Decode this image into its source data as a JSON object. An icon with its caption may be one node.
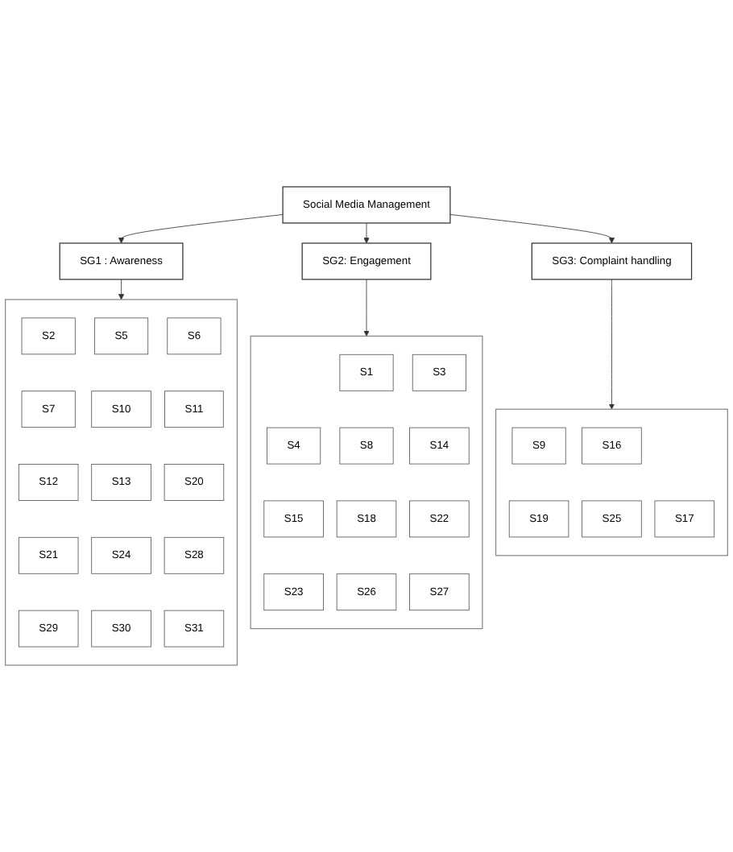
{
  "diagram": {
    "nodes": [
      {
        "text": [
          "Social Media Management"
        ]
      },
      {
        "text": [
          "SG1 : Awareness"
        ]
      },
      {
        "text": [
          "SG2: Engagement"
        ]
      },
      {
        "text": [
          "SG3: Complaint handling"
        ]
      },
      {
        "text": [],
        "shape": "box"
      },
      {
        "text": [
          "S2"
        ],
        "in": 4
      },
      {
        "text": [
          "S5"
        ],
        "in": 4
      },
      {
        "text": [
          "S6"
        ],
        "in": 4
      },
      {
        "text": [
          "S7"
        ],
        "in": 4
      },
      {
        "text": [
          "S10"
        ],
        "in": 4
      },
      {
        "text": [
          "S11"
        ],
        "in": 4
      },
      {
        "text": [
          "S12"
        ],
        "in": 4
      },
      {
        "text": [
          "S13"
        ],
        "in": 4
      },
      {
        "text": [
          "S20"
        ],
        "in": 4
      },
      {
        "text": [
          "S21"
        ],
        "in": 4
      },
      {
        "text": [
          "S24"
        ],
        "in": 4
      },
      {
        "text": [
          "S28"
        ],
        "in": 4
      },
      {
        "text": [
          "S29"
        ],
        "in": 4
      },
      {
        "text": [
          "S30"
        ],
        "in": 4
      },
      {
        "text": [
          "S31"
        ],
        "in": 4
      },
      {
        "text": [],
        "shape": "box"
      },
      {
        "text": [
          "S1"
        ],
        "in": 20
      },
      {
        "text": [
          "S3"
        ],
        "in": 20
      },
      {
        "text": [
          "S4"
        ],
        "in": 20
      },
      {
        "text": [
          "S8"
        ],
        "in": 20
      },
      {
        "text": [
          "S14"
        ],
        "in": 20
      },
      {
        "text": [
          "S15"
        ],
        "in": 20
      },
      {
        "text": [
          "S18"
        ],
        "in": 20
      },
      {
        "text": [
          "S22"
        ],
        "in": 20
      },
      {
        "text": [
          "S23"
        ],
        "in": 20
      },
      {
        "text": [
          "S26"
        ],
        "in": 20
      },
      {
        "text": [
          "S27"
        ],
        "in": 20
      },
      {
        "text": [],
        "shape": "box"
      },
      {
        "text": [
          "S9"
        ],
        "in": 32
      },
      {
        "text": [
          "S16"
        ],
        "in": 32
      },
      {
        "text": [
          "S17"
        ],
        "in": 32
      },
      {
        "text": [
          "S19"
        ],
        "in": 32
      },
      {
        "text": [
          "S25"
        ],
        "in": 32
      }
    ],
    "edges": [
      {
        "from": 0,
        "to": 1,
        "arrow": "to"
      },
      {
        "from": 0,
        "to": 2,
        "arrow": "to"
      },
      {
        "from": 0,
        "to": 3,
        "arrow": "to"
      },
      {
        "from": 1,
        "to": 4,
        "arrow": "to"
      },
      {
        "from": 2,
        "to": 20,
        "arrow": "to"
      },
      {
        "from": 3,
        "to": 32,
        "arrow": "to"
      }
    ]
  }
}
